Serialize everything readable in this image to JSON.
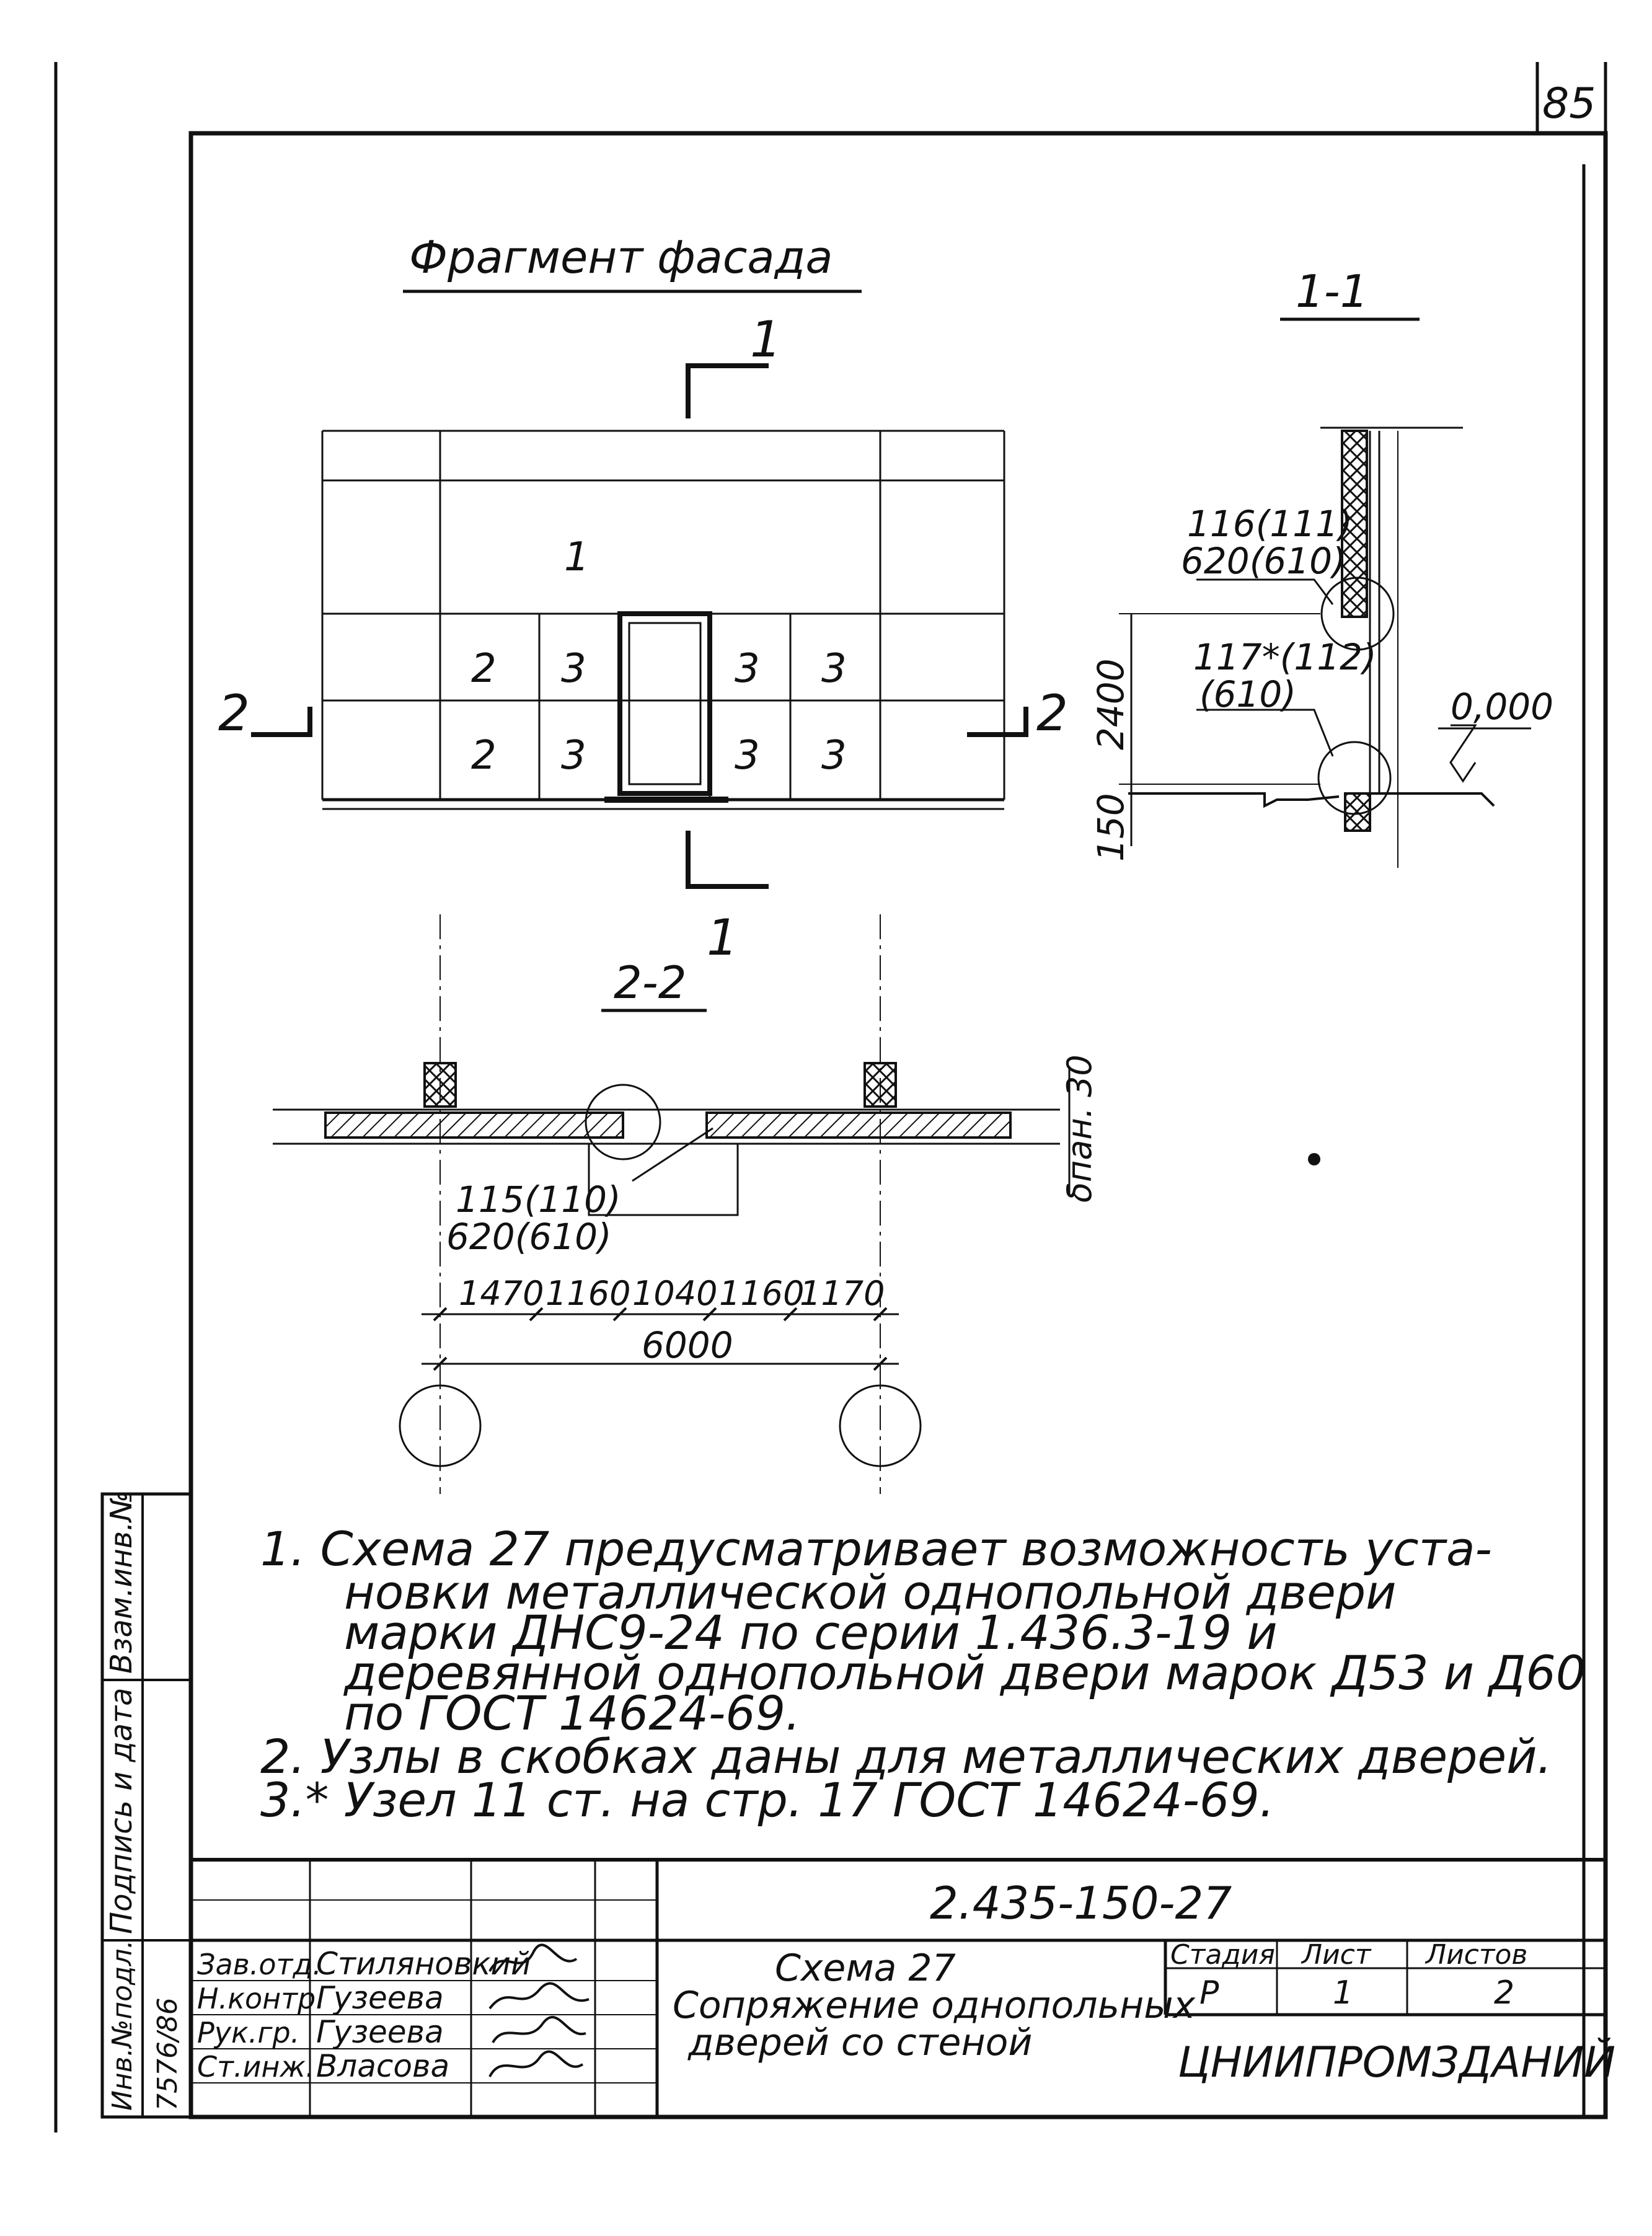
{
  "page_number": "85",
  "facade": {
    "title": "Фрагмент фасада",
    "cut_mark_1_top": "1",
    "cut_mark_1_bottom": "1",
    "cut_mark_2_left": "2",
    "cut_mark_2_right": "2",
    "panel_top": "1",
    "panels_row1": [
      "2",
      "3",
      "3",
      "3"
    ],
    "panels_row2": [
      "2",
      "3",
      "3",
      "3"
    ]
  },
  "section_1_1": {
    "title": "1-1",
    "node_top": "116(111)",
    "node_top_sub": "620(610)",
    "node_bottom": "117*(112)",
    "node_bottom_sub": "(610)",
    "dim_height": "2400",
    "dim_base": "150",
    "level": "0,000"
  },
  "section_2_2": {
    "title": "2-2",
    "dim_thickness": "30",
    "dim_panel": "δпан.",
    "node": "115(110)",
    "node_sub": "620(610)",
    "dims": [
      "1470",
      "1160",
      "1040",
      "1160",
      "1170"
    ],
    "dim_total": "6000"
  },
  "notes": [
    "1. Схема 27 предусматривает возможность уста-",
    "новки металлической однопольной двери",
    "марки ДНС9-24 по серии 1.436.3-19 и",
    "деревянной однопольной двери марок Д53 и Д60",
    "по ГОСТ 14624-69.",
    "2. Узлы в скобках даны для металлических дверей.",
    "3.* Узел 11 ст. на стр. 17 ГОСТ 14624-69."
  ],
  "stamp_side": {
    "inv_zam": "Взам.инв.№",
    "sign_date": "Подпись и дата",
    "inv_orig": "Инв.№подл.",
    "inv_number": "7576/86"
  },
  "title_block": {
    "doc_code": "2.435-150-27",
    "drawing_title_1": "Схема 27",
    "drawing_title_2": "Сопряжение однопольных",
    "drawing_title_3": "дверей со стеной",
    "stage_label": "Стадия",
    "sheet_label": "Лист",
    "sheets_label": "Листов",
    "stage_value": "Р",
    "sheet_value": "1",
    "sheets_value": "2",
    "organization": "ЦНИИПРОМЗДАНИЙ",
    "staff": [
      {
        "role": "Зав.отд.",
        "name": "Стиляновкий"
      },
      {
        "role": "Н.контр.",
        "name": "Гузеева"
      },
      {
        "role": "Рук.гр.",
        "name": "Гузеева"
      },
      {
        "role": "Ст.инж.",
        "name": "Власова"
      }
    ]
  }
}
